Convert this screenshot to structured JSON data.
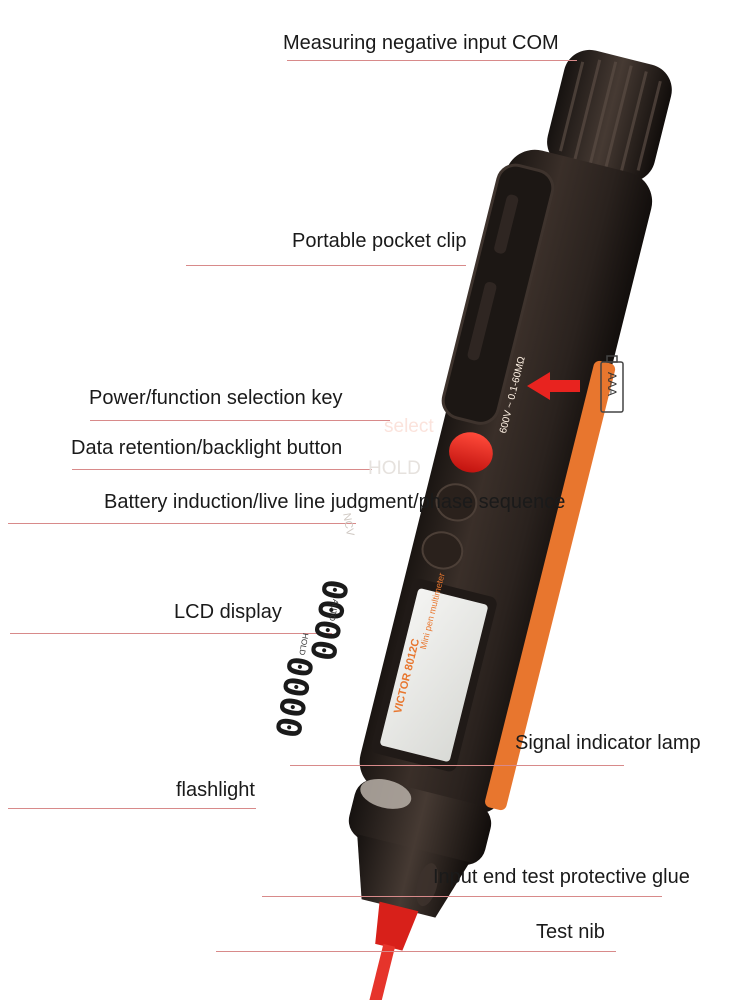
{
  "labels": {
    "measuring_negative_input": "Measuring negative input COM",
    "pocket_clip": "Portable pocket clip",
    "power_key": "Power/function selection key",
    "data_retention": "Data retention/backlight button",
    "battery_induction": "Battery induction/live line judgment/phase sequence",
    "lcd_display": "LCD display",
    "signal_lamp": "Signal indicator lamp",
    "flashlight": "flashlight",
    "input_end_glue": "Input end test protective glue",
    "test_nib": "Test nib"
  },
  "device": {
    "select_label": "select",
    "hold_label": "HOLD",
    "ncv_label": "NCV",
    "lcd_digits_top": "0000",
    "lcd_digits_bottom": "0000",
    "lcd_hold": "HOLD",
    "lcd_auto": "AUTO",
    "brand": "VICTOR 8012C",
    "model_text": "Mini pen multimeter",
    "spec_text": "600V ~ 0.1-60MΩ",
    "battery_label": "AAA"
  },
  "colors": {
    "accent_red": "#e8231f",
    "body_dark": "#2b2420",
    "stripe_orange": "#e8762e",
    "leader": "#d88a8a"
  }
}
